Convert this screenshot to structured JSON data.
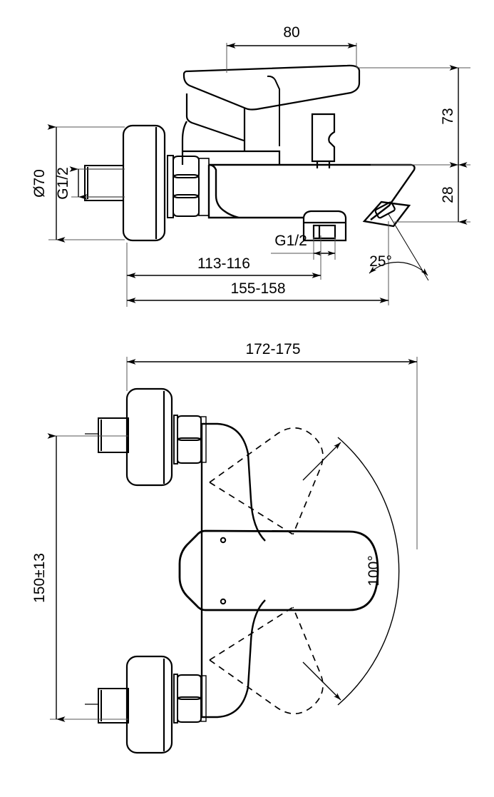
{
  "drawing": {
    "title": "Bath shower mixer technical dimension drawing",
    "units": "mm",
    "line_color": "#000000",
    "background_color": "#ffffff",
    "views": [
      {
        "name": "side-elevation-view",
        "position": "top"
      },
      {
        "name": "front-plan-view",
        "position": "bottom"
      }
    ]
  },
  "side_view": {
    "dimensions": {
      "handle_length": "80",
      "body_height": "73",
      "spout_height": "28",
      "escutcheon_diameter": "Ø70",
      "inlet_thread": "G1/2",
      "outlet_thread": "G1/2",
      "projection_short": "113-116",
      "projection_long": "155-158",
      "spout_angle": "25°"
    }
  },
  "front_view": {
    "dimensions": {
      "overall_width": "172-175",
      "inlet_centres": "150±13",
      "lever_swivel_angle": "100°"
    }
  }
}
